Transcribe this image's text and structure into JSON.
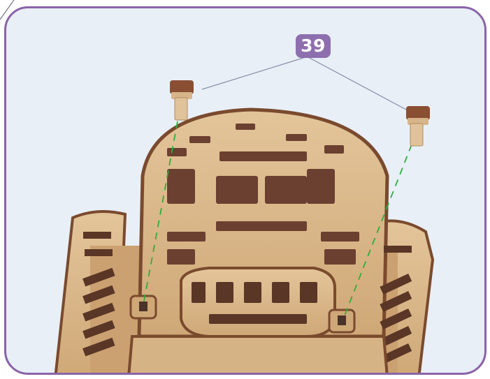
{
  "step": {
    "number": "39"
  },
  "colors": {
    "frame": "#8a64a8",
    "badge": "#8d6fae",
    "background": "#e8eff7",
    "wood_light": "#d9b98b",
    "wood_dark": "#7a4a2e",
    "guide_line": "#2fae3c"
  },
  "parts": {
    "left_peg": "wooden-peg-left",
    "right_peg": "wooden-peg-right",
    "model": "wooden-frame-assembly"
  }
}
